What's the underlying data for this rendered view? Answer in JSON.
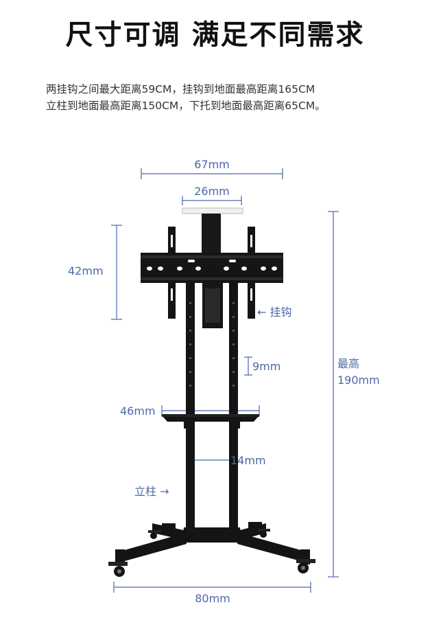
{
  "title": "尺寸可调 满足不同需求",
  "description": {
    "line1": "两挂钩之间最大距离59CM，挂钩到地面最高距离165CM",
    "line2": "立柱到地面最高距离150CM，下托到地面最高距离65CM。"
  },
  "dimensions": {
    "top_width": "67mm",
    "top_tray_width": "26mm",
    "bracket_height": "42mm",
    "hook_label": "挂钩",
    "hook_arrow": "←",
    "hole_spacing": "9mm",
    "shelf_width": "46mm",
    "column_gap": "14mm",
    "column_label": "立柱",
    "column_arrow": "→",
    "max_height_line1": "最高",
    "max_height_line2": "190mm",
    "base_width": "80mm"
  },
  "colors": {
    "dimension_line": "#4a68a8",
    "stand": "#141414",
    "title": "#111111"
  }
}
